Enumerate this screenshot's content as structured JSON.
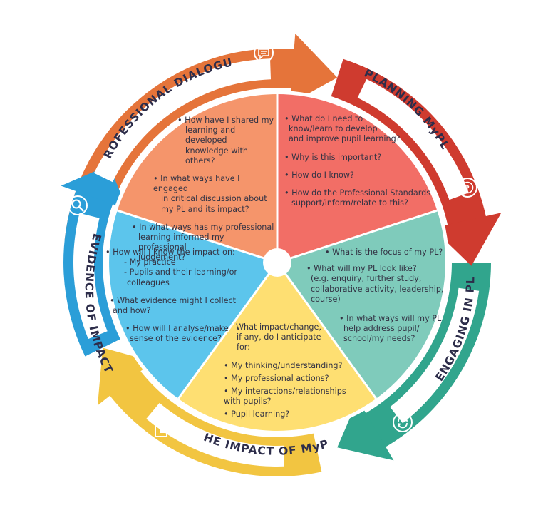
{
  "colors": {
    "dialogue": "#e5743a",
    "planning": "#cf3b2f",
    "engaging": "#31a58d",
    "impact": "#f2c541",
    "evidence": "#2b9ed8",
    "seg_dialogue": "#f5956b",
    "seg_planning": "#f26e66",
    "seg_engaging": "#7fcbbb",
    "seg_impact": "#fedf72",
    "seg_evidence": "#5cc5ec"
  },
  "stages": {
    "dialogue": {
      "label": "PROFESSIONAL DIALOGUE",
      "icon": "speech-bubble-icon"
    },
    "planning": {
      "label": "PLANNING MyPL",
      "icon": "question-bubble-icon"
    },
    "engaging": {
      "label": "ENGAGING IN PL",
      "icon": "refresh-icon"
    },
    "impact": {
      "label": "THE IMPACT OF MyPL",
      "icon": "pages-icon"
    },
    "evidence": {
      "label": "EVIDENCE OF IMPACT",
      "icon": "magnifier-icon"
    }
  },
  "segments": {
    "dialogue": {
      "q1a": "• How have I shared my",
      "q1b": "learning and developed",
      "q1c": "knowledge with others?",
      "q2a": "• In what ways have I engaged",
      "q2b": "in critical discussion about",
      "q2c": "my PL and its impact?",
      "q3a": "• In what ways has my professional",
      "q3b": "learning informed my professional",
      "q3c": "judgement?"
    },
    "planning": {
      "q1a": "• What do I need to",
      "q1b": "know/learn to develop",
      "q1c": "and improve pupil learning?",
      "q2": "• Why is this important?",
      "q3": "• How do I know?",
      "q4a": "• How do the Professional Standards",
      "q4b": "support/inform/relate to this?"
    },
    "engaging": {
      "q1": "• What is the focus of my PL?",
      "q2a": "• What will my PL look like?",
      "q2b": "(e.g. enquiry, further study,",
      "q2c": "collaborative activity, leadership,",
      "q2d": "course)",
      "q3a": "• In what ways will my PL",
      "q3b": "help address pupil/",
      "q3c": "school/my needs?"
    },
    "impact": {
      "intro_a": "What impact/change,",
      "intro_b": "if any, do I anticipate",
      "intro_c": "for:",
      "i1": "• My thinking/understanding?",
      "i2": "• My professional actions?",
      "i3a": "• My interactions/relationships",
      "i3b": "with pupils?",
      "i4": "• Pupil learning?"
    },
    "evidence": {
      "q1": "• How will I know the impact on:",
      "q1s1": "- My practice",
      "q1s2a": "- Pupils and their learning/or",
      "q1s2b": "colleagues",
      "q2a": "• What evidence might I collect",
      "q2b": "and how?",
      "q3a": "• How will I analyse/make",
      "q3b": "sense of the evidence?"
    }
  }
}
